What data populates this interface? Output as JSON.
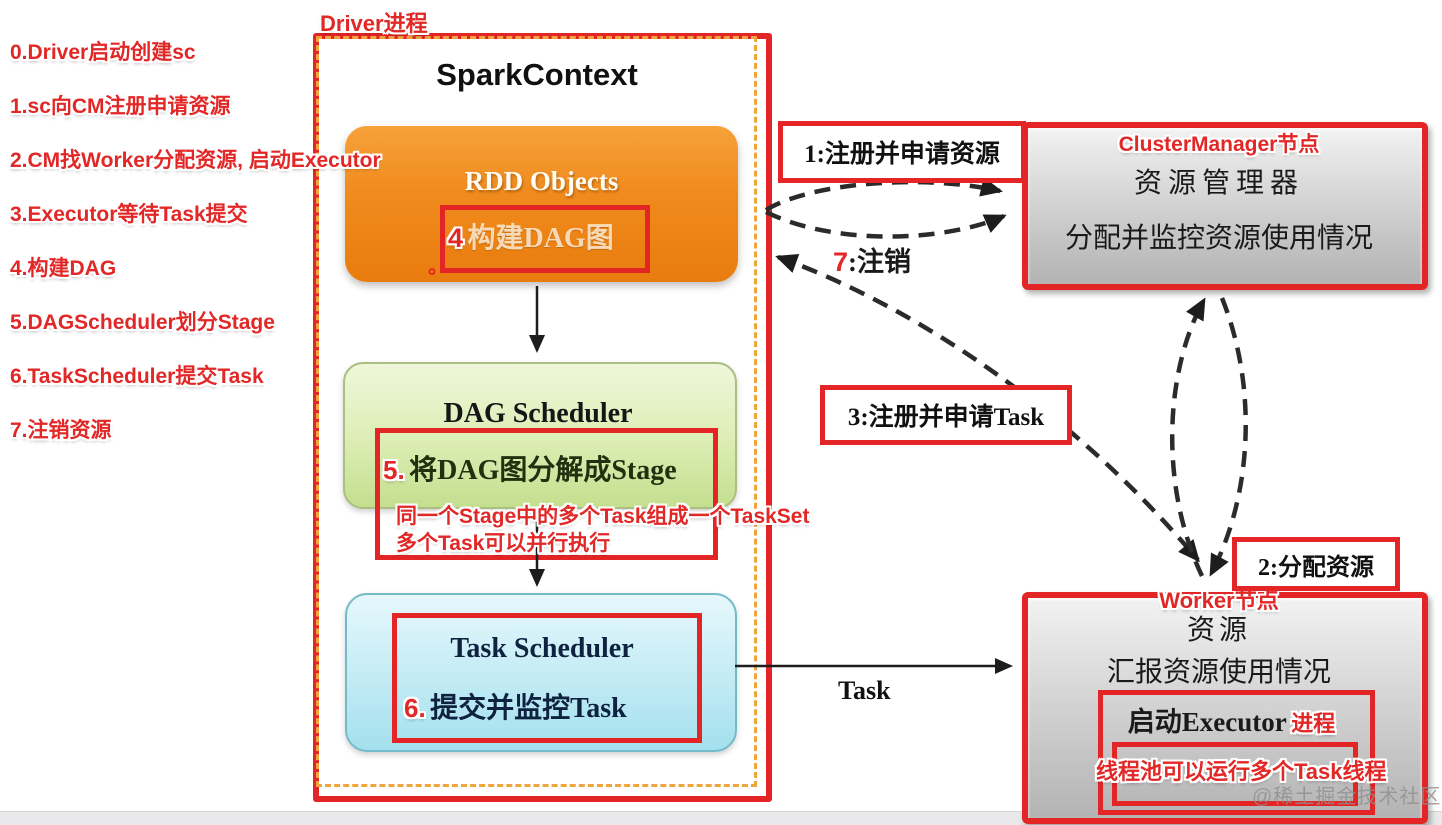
{
  "notes": {
    "items": [
      "0.Driver启动创建sc",
      "1.sc向CM注册申请资源",
      "2.CM找Worker分配资源, 启动Executor",
      "3.Executor等待Task提交",
      "4.构建DAG",
      "5.DAGScheduler划分Stage",
      "6.TaskScheduler提交Task",
      "7.注销资源"
    ]
  },
  "driver": {
    "label": "Driver进程",
    "title": "SparkContext",
    "rdd": {
      "title": "RDD Objects",
      "step_no": "4",
      "step_text": "构建DAG图",
      "dot": "。"
    },
    "dag": {
      "title": "DAG Scheduler",
      "step_no": "5.",
      "step_text": "将DAG图分解成Stage",
      "note_line1": "同一个Stage中的多个Task组成一个TaskSet",
      "note_line2": "多个Task可以并行执行"
    },
    "task": {
      "title": "Task Scheduler",
      "step_no": "6.",
      "step_text": "提交并监控Task"
    }
  },
  "cluster_manager": {
    "label": "ClusterManager节点",
    "title": "资源管理器",
    "subtitle": "分配并监控资源使用情况"
  },
  "worker": {
    "label": "Worker节点",
    "title": "资源",
    "subtitle": "汇报资源使用情况",
    "executor_text": "启动Executor",
    "executor_tag": "进程",
    "threadpool_note": "线程池可以运行多个Task线程"
  },
  "edges": {
    "register": "1:注册并申请资源",
    "unregister_no": "7",
    "unregister_text": ":注销",
    "apply_task": "3:注册并申请Task",
    "allocate": "2:分配资源",
    "task": "Task"
  },
  "watermark": "@稀土掘金技术社区",
  "colors": {
    "annotation_red": "#e42525",
    "orange_box": "#f08a1c",
    "green_box": "#dcedb4",
    "cyan_box": "#c2ebf4",
    "gray_box": "#d8d8d8",
    "dashed_inner_border": "#f0a43c",
    "arrow_black": "#2b2b2b"
  }
}
